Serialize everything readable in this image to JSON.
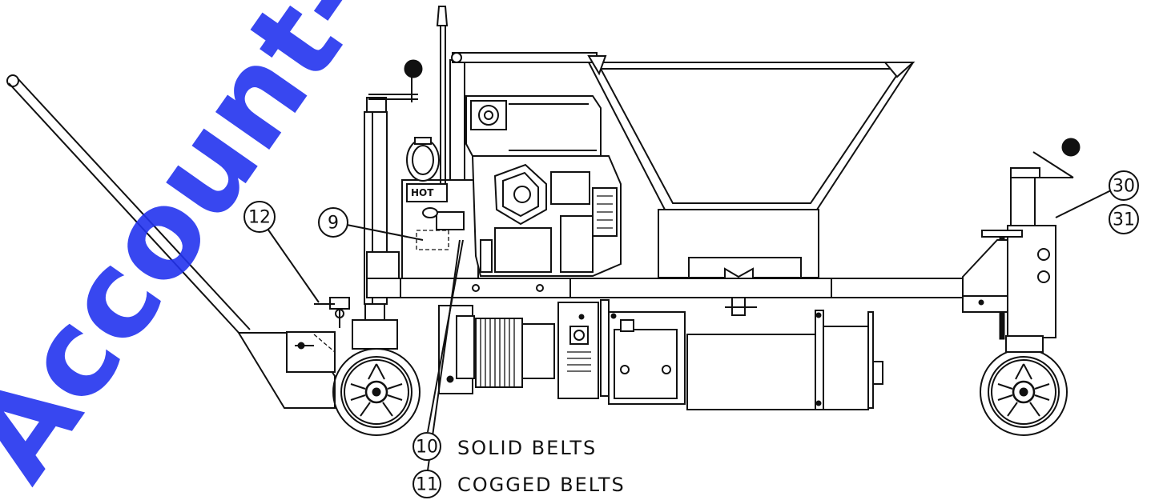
{
  "callouts": {
    "c12": "12",
    "c9": "9",
    "c30": "30",
    "c31": "31",
    "c10": "10",
    "c11": "11"
  },
  "belts": {
    "solid": "SOLID BELTS",
    "cogged": "COGGED BELTS"
  },
  "engine_label": "HOT",
  "watermark": "Account-Equip",
  "colors": {
    "line": "#111111",
    "watermark": "#2233ee",
    "background": "#ffffff"
  }
}
